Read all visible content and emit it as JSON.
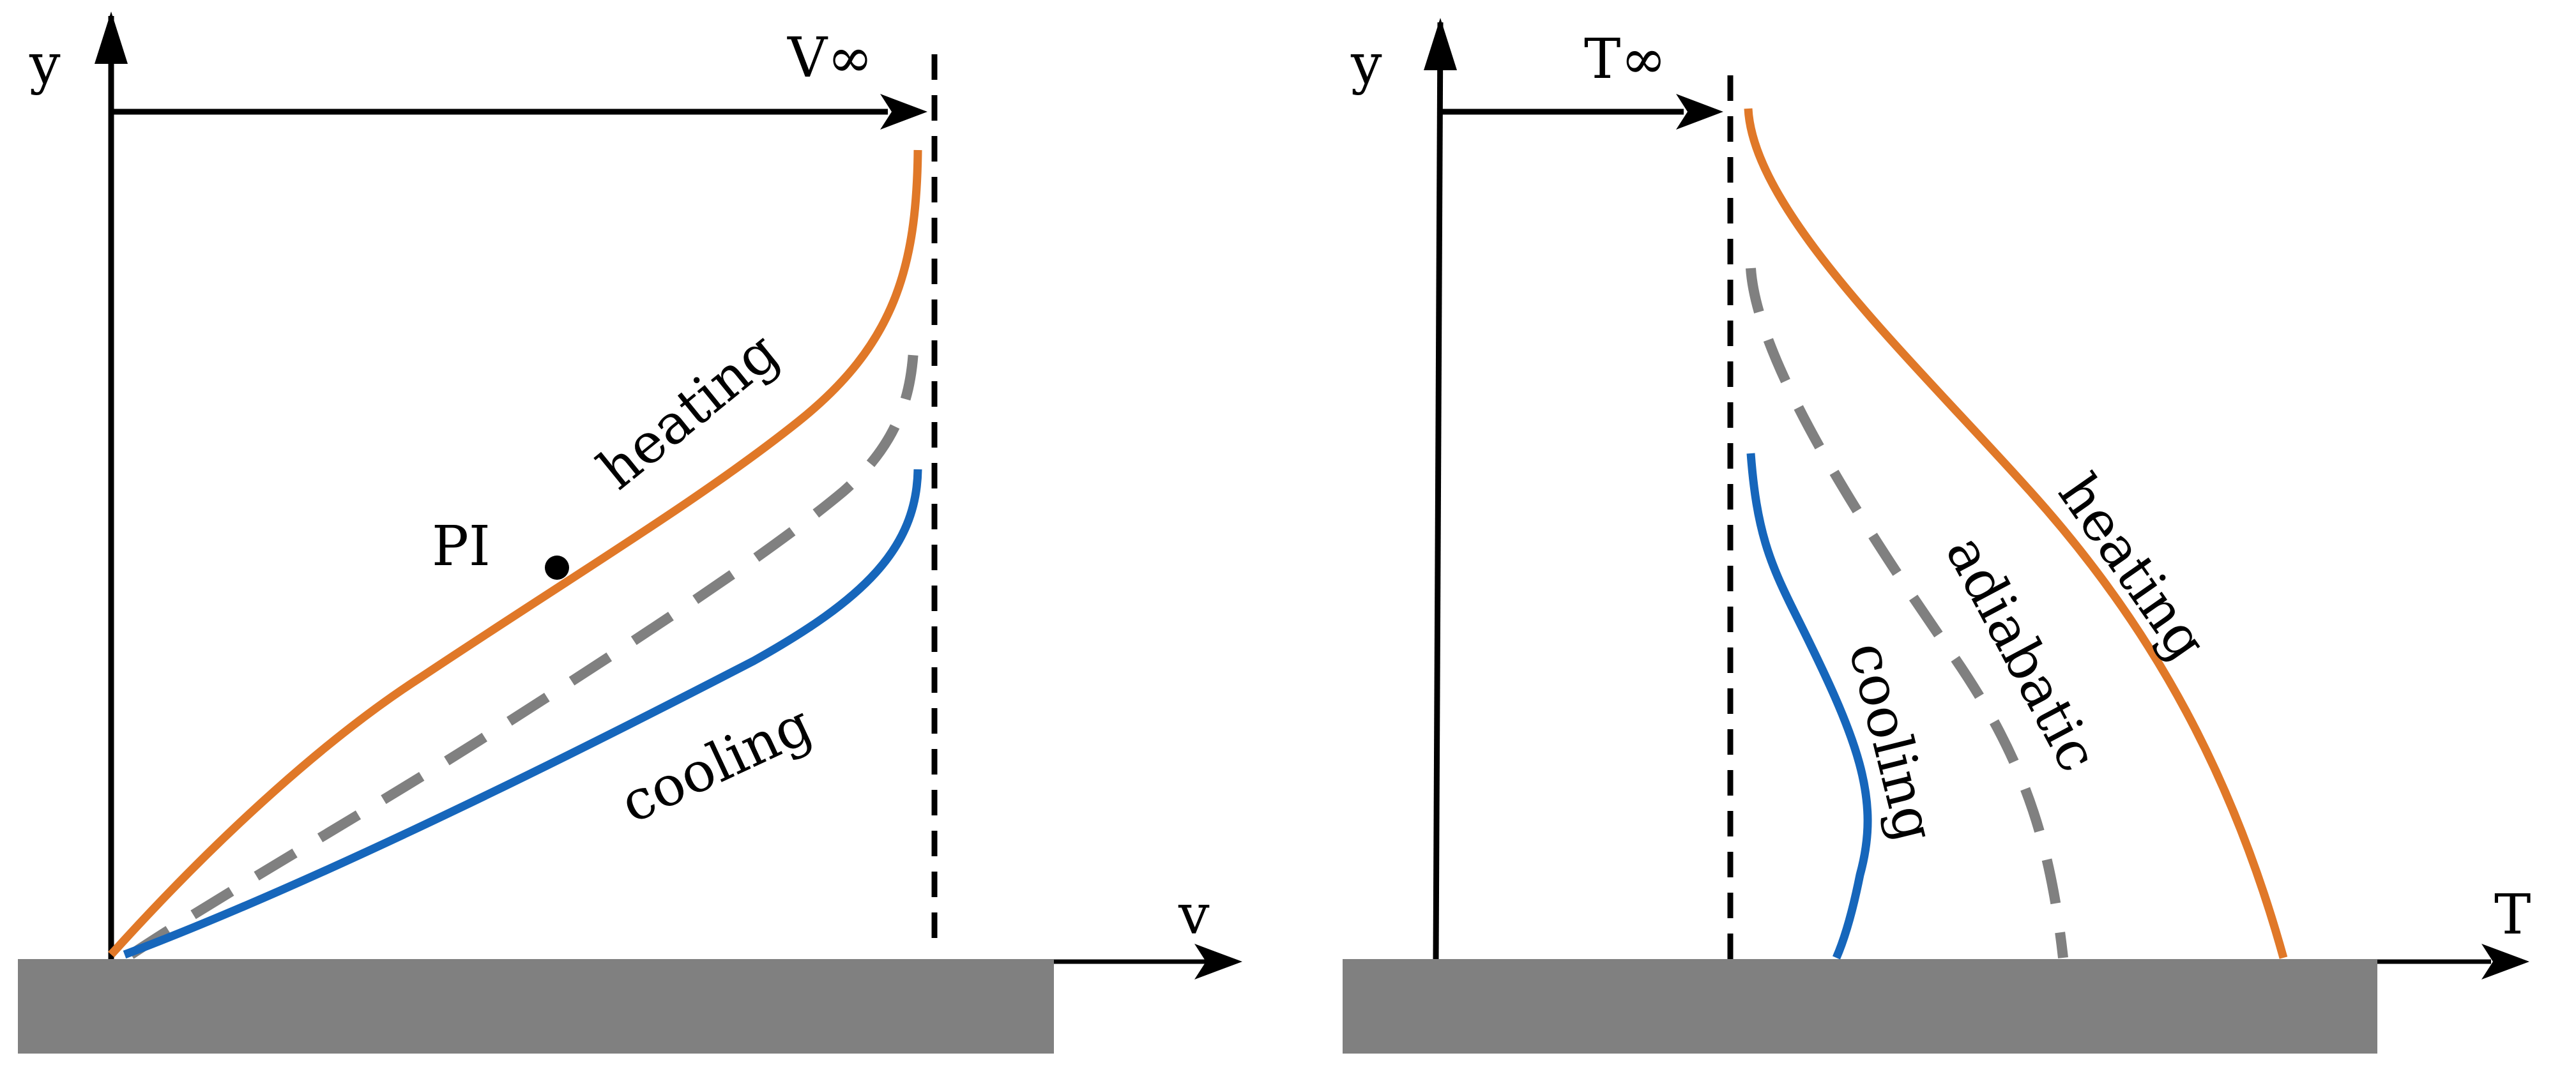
{
  "colors": {
    "heating": "#e07828",
    "cooling": "#1666bb",
    "adiabatic": "#808080",
    "axis": "#000000",
    "wall": "#808080"
  },
  "velocity_panel": {
    "y_label": "y",
    "x_label": "v",
    "freestream_label": "V∞",
    "heating_label": "heating",
    "cooling_label": "cooling",
    "point_label": "PI"
  },
  "temperature_panel": {
    "y_label": "y",
    "x_label": "T",
    "freestream_label": "T∞",
    "heating_label": "heating",
    "adiabatic_label": "adiabatic",
    "cooling_label": "cooling"
  }
}
